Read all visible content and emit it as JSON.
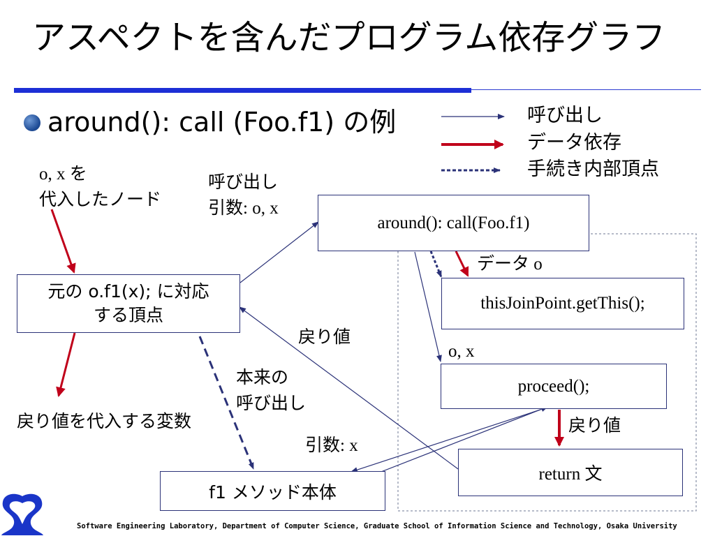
{
  "title": "アスペクトを含んだプログラム依存グラフ",
  "bullet": "around(): call (Foo.f1) の例",
  "legend": {
    "call": "呼び出し",
    "data": "データ依存",
    "procedure": "手続き内部頂点"
  },
  "labels": {
    "assign_nodes": [
      "o, x を",
      "代入したノード"
    ],
    "call_args": [
      "呼び出し",
      "引数: o, x"
    ],
    "data_o": "データ o",
    "return_value_1": "戻り値",
    "o_x": "o, x",
    "original_call": [
      "本来の",
      "呼び出し"
    ],
    "return_value_2": "戻り値",
    "return_var": "戻り値を代入する変数",
    "arg_x": "引数: x"
  },
  "boxes": {
    "around": "around(): call(Foo.f1)",
    "original": [
      "元の o.f1(x); に対応",
      "する頂点"
    ],
    "this_join_point": "thisJoinPoint.getThis();",
    "proceed": "proceed();",
    "return_stmt": "return 文",
    "f1_body": "f1 メソッド本体"
  },
  "colors": {
    "call": "#2b3278",
    "data": "#c0001a",
    "procedure": "#2b3278",
    "accent": "#1d2fd6"
  },
  "logo": "osaka-university-logo",
  "footer": "Software Engineering Laboratory, Department of Computer Science, Graduate School of Information Science and Technology, Osaka University"
}
